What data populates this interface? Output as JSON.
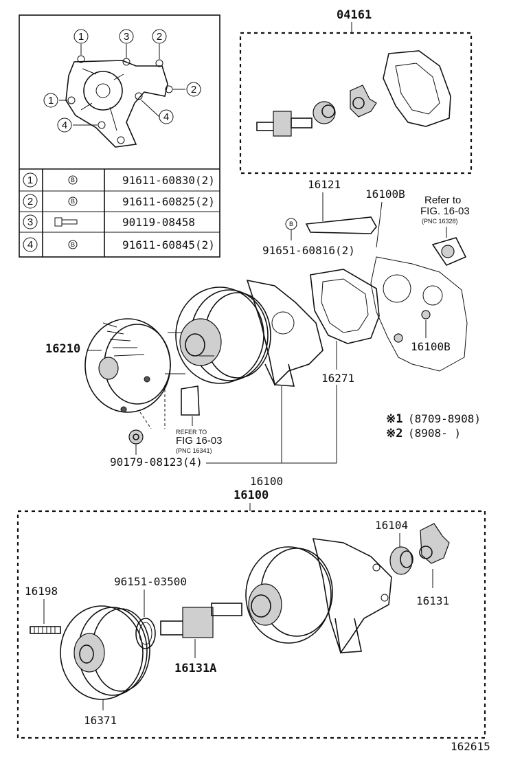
{
  "top_group_number": "04161",
  "inset_markers": {
    "m1": "1",
    "m2": "2",
    "m3": "3",
    "m4": "4"
  },
  "bolt_table": [
    {
      "marker": "1",
      "part_no": "91611-60830(2)"
    },
    {
      "marker": "2",
      "part_no": "91611-60825(2)"
    },
    {
      "marker": "3",
      "part_no": "90119-08458"
    },
    {
      "marker": "4",
      "part_no": "91611-60845(2)"
    }
  ],
  "bolt_head_symbol": "B",
  "upper_labels": {
    "bracket": "16121",
    "stud_upper": "16100B",
    "refer_line1": "Refer to",
    "refer_line2": "FIG. 16-03",
    "refer_line3": "(PNC 16328)",
    "bolt_with_b": "91651-60816(2)",
    "coupling": "16210",
    "stud_lower": "16100B",
    "gasket": "16271",
    "refer2_line1": "REFER TO",
    "refer2_line2": "FIG 16-03",
    "refer2_line3": "(PNC 16341)",
    "nut": "90179-08123(4)",
    "assy": "16100"
  },
  "notes": {
    "n1_mark": "※1",
    "n1_range": "(8709-8908)",
    "n2_mark": "※2",
    "n2_range": "(8908-      )"
  },
  "lower_labels": {
    "group": "16100",
    "seat": "16104",
    "stud": "16198",
    "ring": "96151-03500",
    "rotor": "16131",
    "shaft": "16131A",
    "pulley": "16371"
  },
  "figure_number": "162615"
}
